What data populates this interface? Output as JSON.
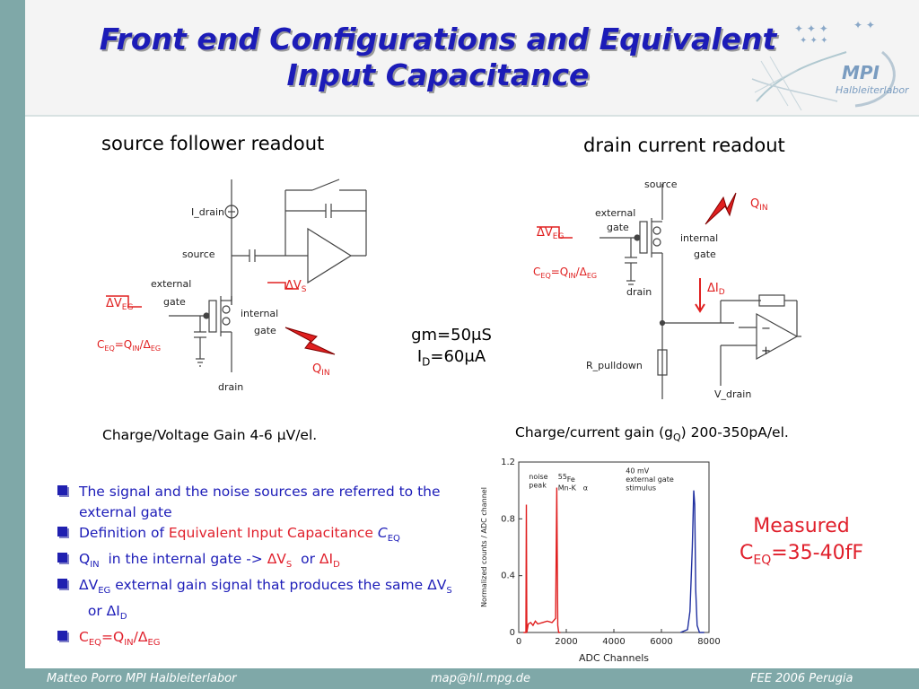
{
  "title": "Front end Configurations and Equivalent Input Capacitance",
  "logo": {
    "name": "MPI",
    "subtitle": "Halbleiterlabor"
  },
  "left_panel": {
    "heading": "source follower readout",
    "labels": {
      "idrain": "I_drain",
      "source": "source",
      "external_gate": "external",
      "gate": "gate",
      "internal": "internal",
      "gate2": "gate",
      "drain": "drain"
    },
    "caption_pre": "Charge/Voltage Gain 4-6 ",
    "caption_mu": "μ",
    "caption_post": "V/el."
  },
  "right_panel": {
    "heading": "drain current readout",
    "labels": {
      "source": "source",
      "external": "external",
      "gate": "gate",
      "internal": "internal",
      "gate2": "gate",
      "drain": "drain",
      "pulldown": "R_pulldown",
      "vdrain": "V_drain"
    },
    "caption_pre": "Charge/current gain (g",
    "caption_sub": "Q",
    "caption_post": ") 200-350pA/el."
  },
  "center": {
    "gm": "gm=50μS",
    "id_pre": "I",
    "id_sub": "D",
    "id_post": "=60μA"
  },
  "bullets": [
    {
      "text": "The signal and the noise sources are referred to the external gate"
    },
    {
      "pre": "Definition of ",
      "red": "Equivalent Input Capacitance ",
      "italic": "C",
      "sub": "EQ"
    },
    {
      "a": "Q",
      "a_sub": "IN",
      "b": "  in the internal gate -> ",
      "c": "ΔV",
      "c_sub": "S",
      "d": "  or ",
      "e": "ΔI",
      "e_sub": "D"
    },
    {
      "a": "ΔV",
      "a_sub": "EG",
      "b": " external gain signal that produces the same ",
      "c": "ΔV",
      "c_sub": "S",
      "d": "  or ",
      "e": "ΔI",
      "e_sub": "D"
    },
    {
      "a": "C",
      "a_sub": "EQ",
      "b": "=Q",
      "b_sub": "IN",
      "c": "/Δ",
      "c_sub": "EG"
    }
  ],
  "measured": {
    "line1": "Measured",
    "pre": "C",
    "sub": "EQ",
    "post": "=35-40fF"
  },
  "chart_data": {
    "type": "line",
    "xlabel": "ADC Channels",
    "ylabel": "Normalized counts / ADC channel",
    "xlim": [
      0,
      8000
    ],
    "ylim": [
      0,
      1.2
    ],
    "xticks": [
      "0",
      "2000",
      "4000",
      "6000",
      "8000"
    ],
    "yticks": [
      "0",
      "0.4",
      "0.8",
      "1.2"
    ],
    "annotations": [
      "noise",
      "peak",
      "55",
      "Fe",
      "Mn-K",
      "α",
      "40 mV",
      "external gate",
      "stimulus"
    ],
    "series": [
      {
        "color": "#e02020",
        "x": [
          200,
          300,
          320,
          340,
          400,
          500,
          600,
          700,
          800,
          1000,
          1200,
          1400,
          1550,
          1600,
          1640,
          1680,
          1750
        ],
        "y": [
          0,
          0,
          0.9,
          0,
          0.06,
          0.07,
          0.05,
          0.08,
          0.06,
          0.07,
          0.08,
          0.07,
          0.1,
          1.02,
          0.05,
          0,
          0
        ]
      },
      {
        "color": "#2030a0",
        "x": [
          6800,
          7100,
          7200,
          7300,
          7360,
          7400,
          7440,
          7500,
          7600,
          7800
        ],
        "y": [
          0,
          0.02,
          0.15,
          0.6,
          1.0,
          0.9,
          0.3,
          0.05,
          0,
          0
        ]
      }
    ]
  },
  "footer": {
    "left": "Matteo Porro  MPI Halbleiterlabor",
    "center": "map@hll.mpg.de",
    "right": "FEE 2006 Perugia"
  }
}
